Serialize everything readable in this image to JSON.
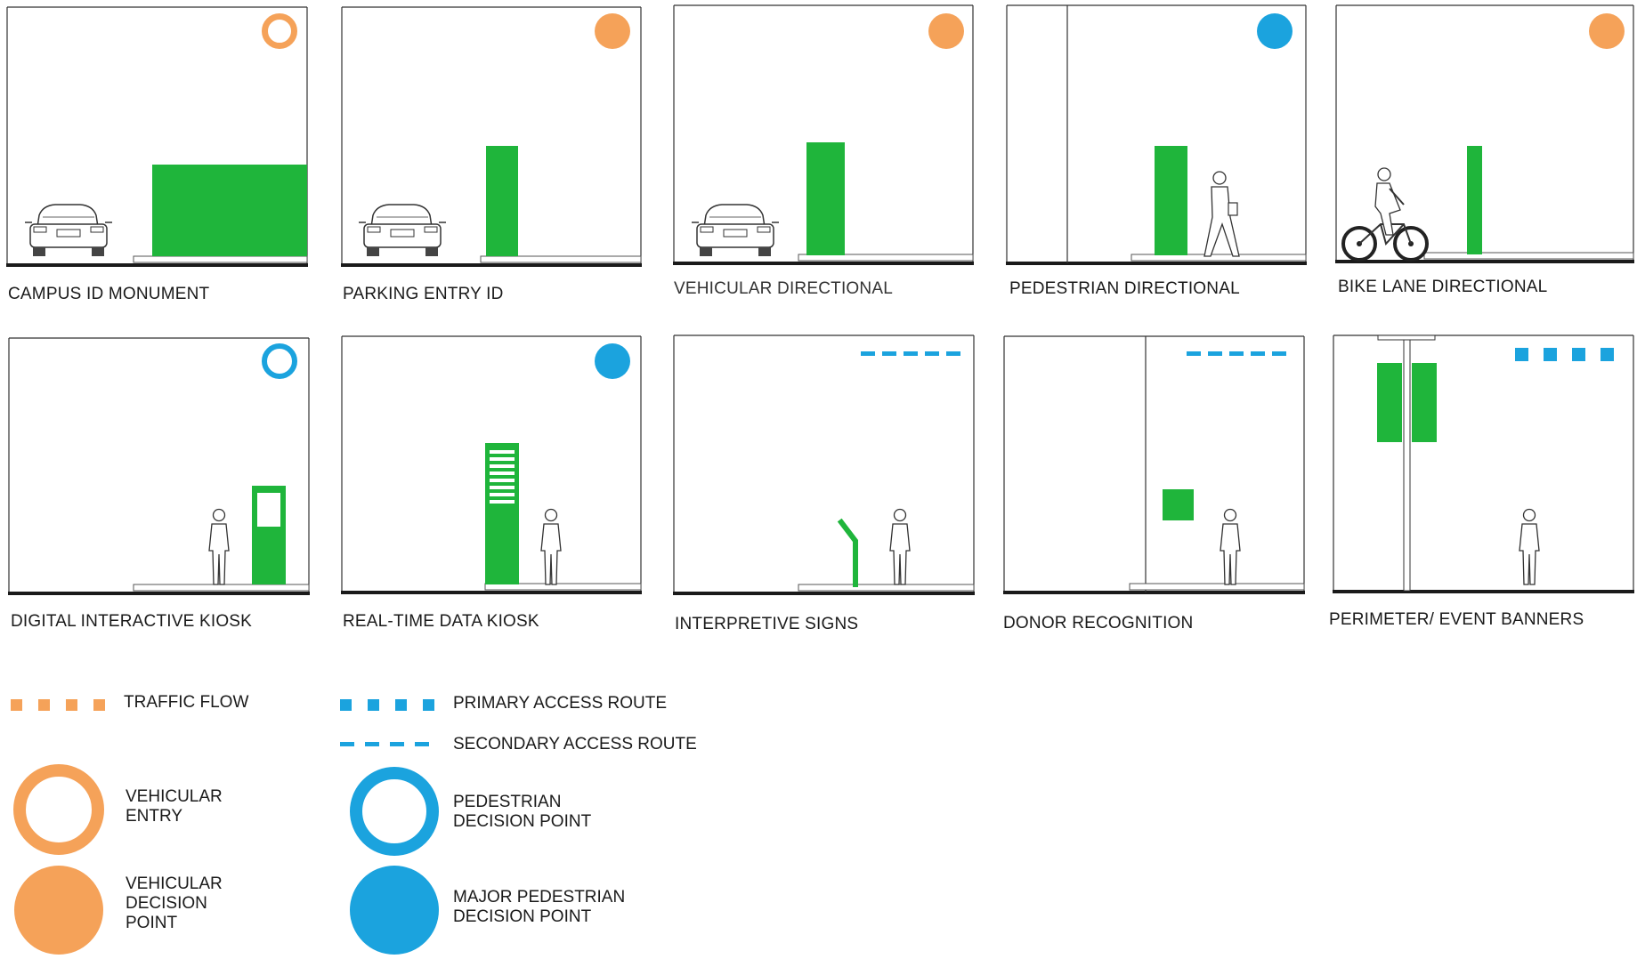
{
  "colors": {
    "sign_green": "#1fb53b",
    "vehicular_orange": "#f5a259",
    "pedestrian_blue": "#1ba3de",
    "frame": "#1a1a1a"
  },
  "panels": [
    {
      "id": "campus-id-monument",
      "label": "CAMPUS ID MONUMENT",
      "context": "car",
      "indicator": "vehicular-entry"
    },
    {
      "id": "parking-entry-id",
      "label": "PARKING ENTRY ID",
      "context": "car",
      "indicator": "vehicular-decision-point"
    },
    {
      "id": "vehicular-directional",
      "label": "VEHICULAR DIRECTIONAL",
      "context": "car",
      "indicator": "vehicular-decision-point"
    },
    {
      "id": "pedestrian-directional",
      "label": "PEDESTRIAN DIRECTIONAL",
      "context": "walking-person",
      "indicator": "major-pedestrian-decision-point"
    },
    {
      "id": "bike-lane-directional",
      "label": "BIKE LANE DIRECTIONAL",
      "context": "cyclist",
      "indicator": "vehicular-decision-point"
    },
    {
      "id": "digital-interactive-kiosk",
      "label": "DIGITAL INTERACTIVE KIOSK",
      "context": "standing-person",
      "indicator": "pedestrian-decision-point"
    },
    {
      "id": "real-time-data-kiosk",
      "label": "REAL-TIME DATA KIOSK",
      "context": "standing-person",
      "indicator": "major-pedestrian-decision-point"
    },
    {
      "id": "interpretive-signs",
      "label": "INTERPRETIVE SIGNS",
      "context": "standing-person",
      "indicator": "secondary-access-route"
    },
    {
      "id": "donor-recognition",
      "label": "DONOR RECOGNITION",
      "context": "standing-person",
      "indicator": "secondary-access-route"
    },
    {
      "id": "perimeter-event-banners",
      "label": "PERIMETER/ EVENT BANNERS",
      "context": "standing-person",
      "indicator": "primary-access-route"
    }
  ],
  "legend": {
    "traffic_flow": "TRAFFIC FLOW",
    "primary_access_route": "PRIMARY ACCESS ROUTE",
    "secondary_access_route": "SECONDARY ACCESS ROUTE",
    "vehicular_entry": "VEHICULAR\nENTRY",
    "pedestrian_decision_point": "PEDESTRIAN\nDECISION POINT",
    "vehicular_decision_point": "VEHICULAR\nDECISION\nPOINT",
    "major_pedestrian_decision_point": "MAJOR PEDESTRIAN\nDECISION POINT"
  }
}
